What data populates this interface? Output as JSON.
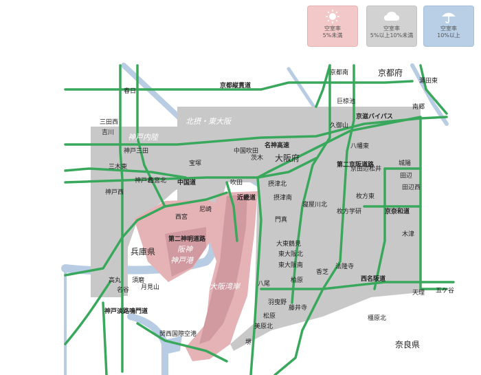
{
  "legend": {
    "low": {
      "l1": "空室率",
      "l2": "5%未満",
      "color": "#f2c8c8",
      "icon": "sun-icon"
    },
    "mid": {
      "l1": "空室率",
      "l2": "5%以上10%未満",
      "color": "#d2d2d2",
      "icon": "cloud-icon"
    },
    "high": {
      "l1": "空室率",
      "l2": "10%以上",
      "color": "#b8cfe6",
      "icon": "umbrella-icon"
    }
  },
  "colors": {
    "road": "#3aa85c",
    "water": "#b8cce4",
    "zone_mid": "#c8c8c8",
    "zone_low": "#e5b2b5"
  },
  "prefectures": {
    "kyoto": "京都府",
    "osaka": "大阪府",
    "hyogo": "兵庫県",
    "nara": "奈良県"
  },
  "areas": {
    "kobe_inland": "神戸内陸",
    "hokusetsu": "北摂・東大阪",
    "hanshin": "阪神",
    "kobe_port": "神戸港",
    "osaka_bay": "大阪湾岸"
  },
  "roads": {
    "keiji": "京都縦貫道",
    "kyoto_bypass": "京滋バイパス",
    "meishin": "名神高速",
    "chugoku": "中国道",
    "second_keihan": "第二京阪道路",
    "kinki": "近畿道",
    "second_shinmei": "第二神明道路",
    "keinawa": "京奈和道",
    "nishi_meihan": "西名阪道",
    "kobe_awaji": "神戸淡路鳴門道"
  },
  "places": {
    "kyoto_minami": "京都南",
    "ogura": "巨椋池",
    "kumiyama": "久御山",
    "seta_higashi": "瀬田東",
    "nangou": "南郷",
    "kasuga": "春日",
    "mita_nishi": "三田西",
    "yoshikawa": "吉川",
    "kobe_mita": "神戸三田",
    "miki_higashi": "三木東",
    "kobe_nishi": "神戸西",
    "kobe_kita": "神戸北",
    "nishinomiya_kita": "西宮北",
    "takarazuka": "宝塚",
    "chugoku_suita": "中国吹田",
    "ibaraki": "茨木",
    "suita": "吹田",
    "settsu_kita": "摂津北",
    "settsu_minami": "摂津南",
    "kadoma": "門真",
    "neyagawa_kita": "寝屋川北",
    "hirakata_gakken": "枚方学研",
    "yawata_higashi": "八幡東",
    "kyotanabe_matsui": "京田辺松井",
    "hirakata_higashi": "枚方東",
    "joyo": "城陽",
    "tanabe_nishi": "田辺西",
    "tanabe": "田辺",
    "kizu": "木津",
    "nishinomiya": "西宮",
    "amagasaki": "尼崎",
    "higashi_osaka_kita": "東大阪北",
    "higashi_osaka_minami": "東大阪南",
    "daito_tsurumi": "大東鶴見",
    "kashiwara": "柏原",
    "kashiba": "香芝",
    "horyuji": "法隆寺",
    "yao": "八尾",
    "habikino": "羽曳野",
    "fujiidera": "藤井寺",
    "matsubara": "松原",
    "mihara_kita": "美原北",
    "sakai": "堺",
    "kansai_airport": "関西国際空港",
    "kashihara_kita": "橿原北",
    "tenri": "天理",
    "gojo_higashi": "五ケ谷",
    "takamaru": "高丸",
    "nawa": "名谷",
    "suma": "須磨",
    "tsukimiyama": "月見山",
    "gokaya": "五ケ谷"
  }
}
